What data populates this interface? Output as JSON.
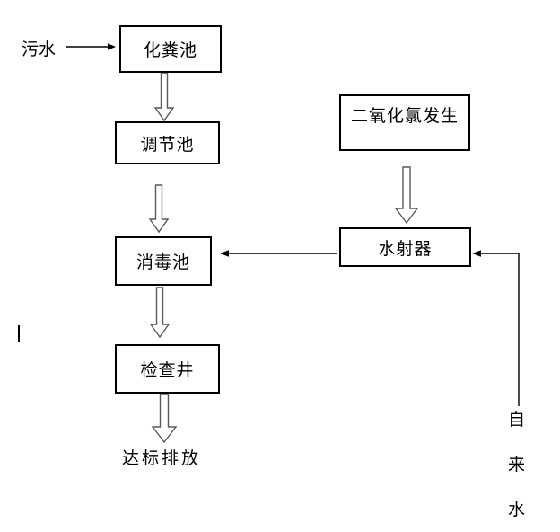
{
  "diagram": {
    "nodes": {
      "septic_tank": "化粪池",
      "regulating_tank": "调节池",
      "disinfection_tank": "消毒池",
      "inspection_well": "检查井",
      "chlorine_dioxide_generator": "二氧化氯发生",
      "water_ejector": "水射器"
    },
    "labels": {
      "influent": "污水",
      "final_discharge": "达标排放",
      "tap_water": "自来水",
      "tap_water_chars": [
        "自",
        "来",
        "水"
      ]
    },
    "colors": {
      "line": "#000000",
      "hollow_arrow_outline": "#595959",
      "background": "#ffffff"
    }
  }
}
